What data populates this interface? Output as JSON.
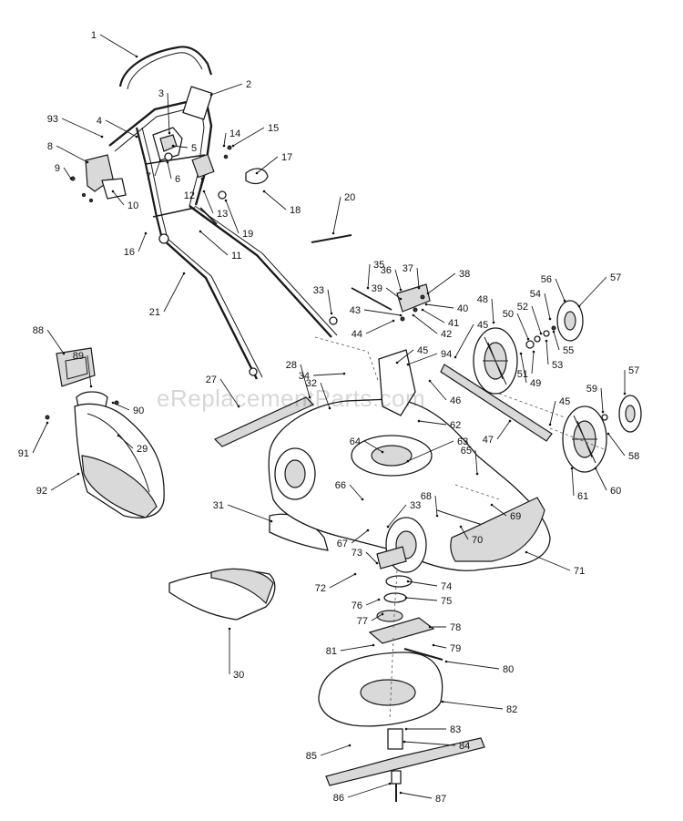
{
  "watermark": "eReplacementParts.com",
  "callouts": [
    {
      "num": "1"
    },
    {
      "num": "2"
    },
    {
      "num": "3"
    },
    {
      "num": "4"
    },
    {
      "num": "5"
    },
    {
      "num": "6"
    },
    {
      "num": "7"
    },
    {
      "num": "8"
    },
    {
      "num": "9"
    },
    {
      "num": "10"
    },
    {
      "num": "11"
    },
    {
      "num": "12"
    },
    {
      "num": "13"
    },
    {
      "num": "14"
    },
    {
      "num": "15"
    },
    {
      "num": "16"
    },
    {
      "num": "17"
    },
    {
      "num": "18"
    },
    {
      "num": "19"
    },
    {
      "num": "20"
    },
    {
      "num": "21"
    },
    {
      "num": "27"
    },
    {
      "num": "28"
    },
    {
      "num": "29"
    },
    {
      "num": "30"
    },
    {
      "num": "31"
    },
    {
      "num": "32"
    },
    {
      "num": "33"
    },
    {
      "num": "33"
    },
    {
      "num": "34"
    },
    {
      "num": "35"
    },
    {
      "num": "36"
    },
    {
      "num": "37"
    },
    {
      "num": "38"
    },
    {
      "num": "39"
    },
    {
      "num": "40"
    },
    {
      "num": "41"
    },
    {
      "num": "42"
    },
    {
      "num": "43"
    },
    {
      "num": "44"
    },
    {
      "num": "45"
    },
    {
      "num": "45"
    },
    {
      "num": "45"
    },
    {
      "num": "46"
    },
    {
      "num": "47"
    },
    {
      "num": "48"
    },
    {
      "num": "49"
    },
    {
      "num": "50"
    },
    {
      "num": "51"
    },
    {
      "num": "52"
    },
    {
      "num": "53"
    },
    {
      "num": "54"
    },
    {
      "num": "55"
    },
    {
      "num": "56"
    },
    {
      "num": "57"
    },
    {
      "num": "57"
    },
    {
      "num": "58"
    },
    {
      "num": "59"
    },
    {
      "num": "60"
    },
    {
      "num": "61"
    },
    {
      "num": "62"
    },
    {
      "num": "63"
    },
    {
      "num": "64"
    },
    {
      "num": "65"
    },
    {
      "num": "66"
    },
    {
      "num": "67"
    },
    {
      "num": "68"
    },
    {
      "num": "69"
    },
    {
      "num": "70"
    },
    {
      "num": "71"
    },
    {
      "num": "72"
    },
    {
      "num": "73"
    },
    {
      "num": "74"
    },
    {
      "num": "75"
    },
    {
      "num": "76"
    },
    {
      "num": "77"
    },
    {
      "num": "78"
    },
    {
      "num": "79"
    },
    {
      "num": "80"
    },
    {
      "num": "81"
    },
    {
      "num": "82"
    },
    {
      "num": "83"
    },
    {
      "num": "84"
    },
    {
      "num": "85"
    },
    {
      "num": "86"
    },
    {
      "num": "87"
    },
    {
      "num": "88"
    },
    {
      "num": "89"
    },
    {
      "num": "90"
    },
    {
      "num": "91"
    },
    {
      "num": "92"
    },
    {
      "num": "93"
    },
    {
      "num": "94"
    }
  ]
}
